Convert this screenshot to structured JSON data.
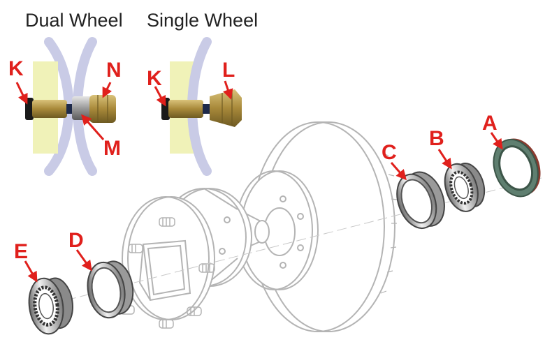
{
  "headings": {
    "dual_wheel": "Dual Wheel",
    "single_wheel": "Single Wheel"
  },
  "callouts": {
    "A": "A",
    "B": "B",
    "C": "C",
    "D": "D",
    "E": "E",
    "K_dual": "K",
    "K_single": "K",
    "L": "L",
    "M": "M",
    "N": "N"
  },
  "colors": {
    "callout": "#e0201c",
    "outline": "#b4b4b4",
    "rim": "#c9cbe6",
    "hub_plate": "#f0f2b8",
    "stud_brass": "#b39b47",
    "seal_red": "#8b3a2e",
    "seal_green": "#5f7f70"
  }
}
